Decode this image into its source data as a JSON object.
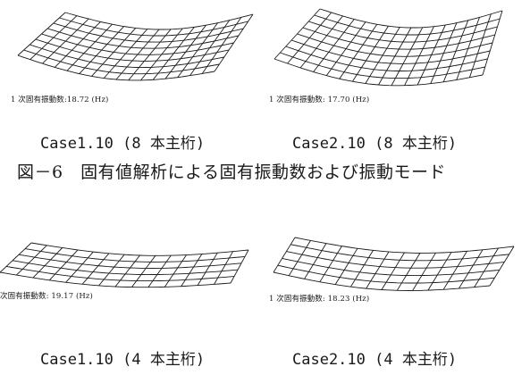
{
  "panels_top": [
    {
      "mode_label": "1 次固有振動数:18.72 (Hz)",
      "case_label": "Case1.10 (8 本主桁)"
    },
    {
      "mode_label": "1 次固有振動数: 17.70 (Hz)",
      "case_label": "Case2.10 (8 本主桁)"
    }
  ],
  "figure_caption": "図－6　固有値解析による固有振動数および振動モード",
  "panels_bottom": [
    {
      "mode_label": "次固有振動数: 19.17 (Hz)",
      "case_label": "Case1.10 (4 本主桁)"
    },
    {
      "mode_label": "1 次固有振動数: 18.23 (Hz)",
      "case_label": "Case2.10 (4 本主桁)"
    }
  ],
  "mesh_style": {
    "stroke_color": "#1a1a1a"
  }
}
